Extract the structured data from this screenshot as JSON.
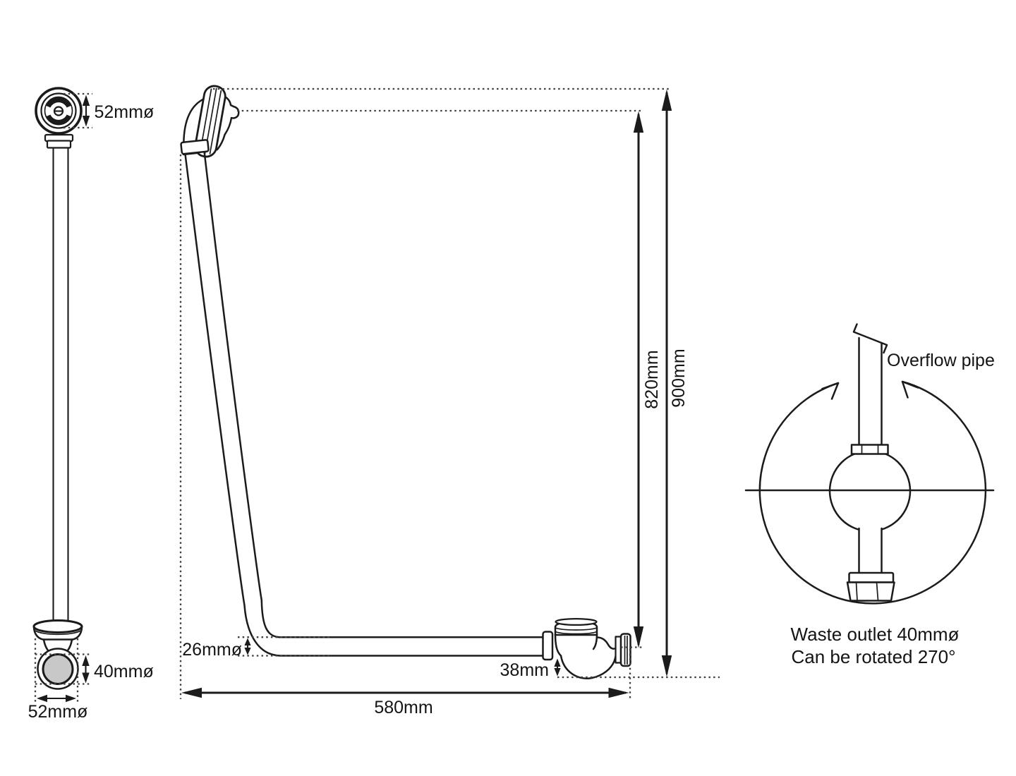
{
  "front_view": {
    "labels": {
      "head_diameter": "52mmø",
      "outlet_bore": "40mmø",
      "outlet_diameter": "52mmø"
    }
  },
  "side_view": {
    "labels": {
      "pipe_diameter": "26mmø",
      "trap_drop": "38mm",
      "overall_width": "580mm",
      "height_to_outlet": "820mm",
      "overall_height": "900mm"
    }
  },
  "rotation_view": {
    "labels": {
      "pipe": "Overflow pipe",
      "caption_line1": "Waste outlet 40mmø",
      "caption_line2": "Can be rotated 270°"
    }
  },
  "colors": {
    "line": "#1b1b1b",
    "dotted_line": "#3f3f3f",
    "outlet_bore_fill": "#c8c8c8",
    "background": "#ffffff"
  }
}
